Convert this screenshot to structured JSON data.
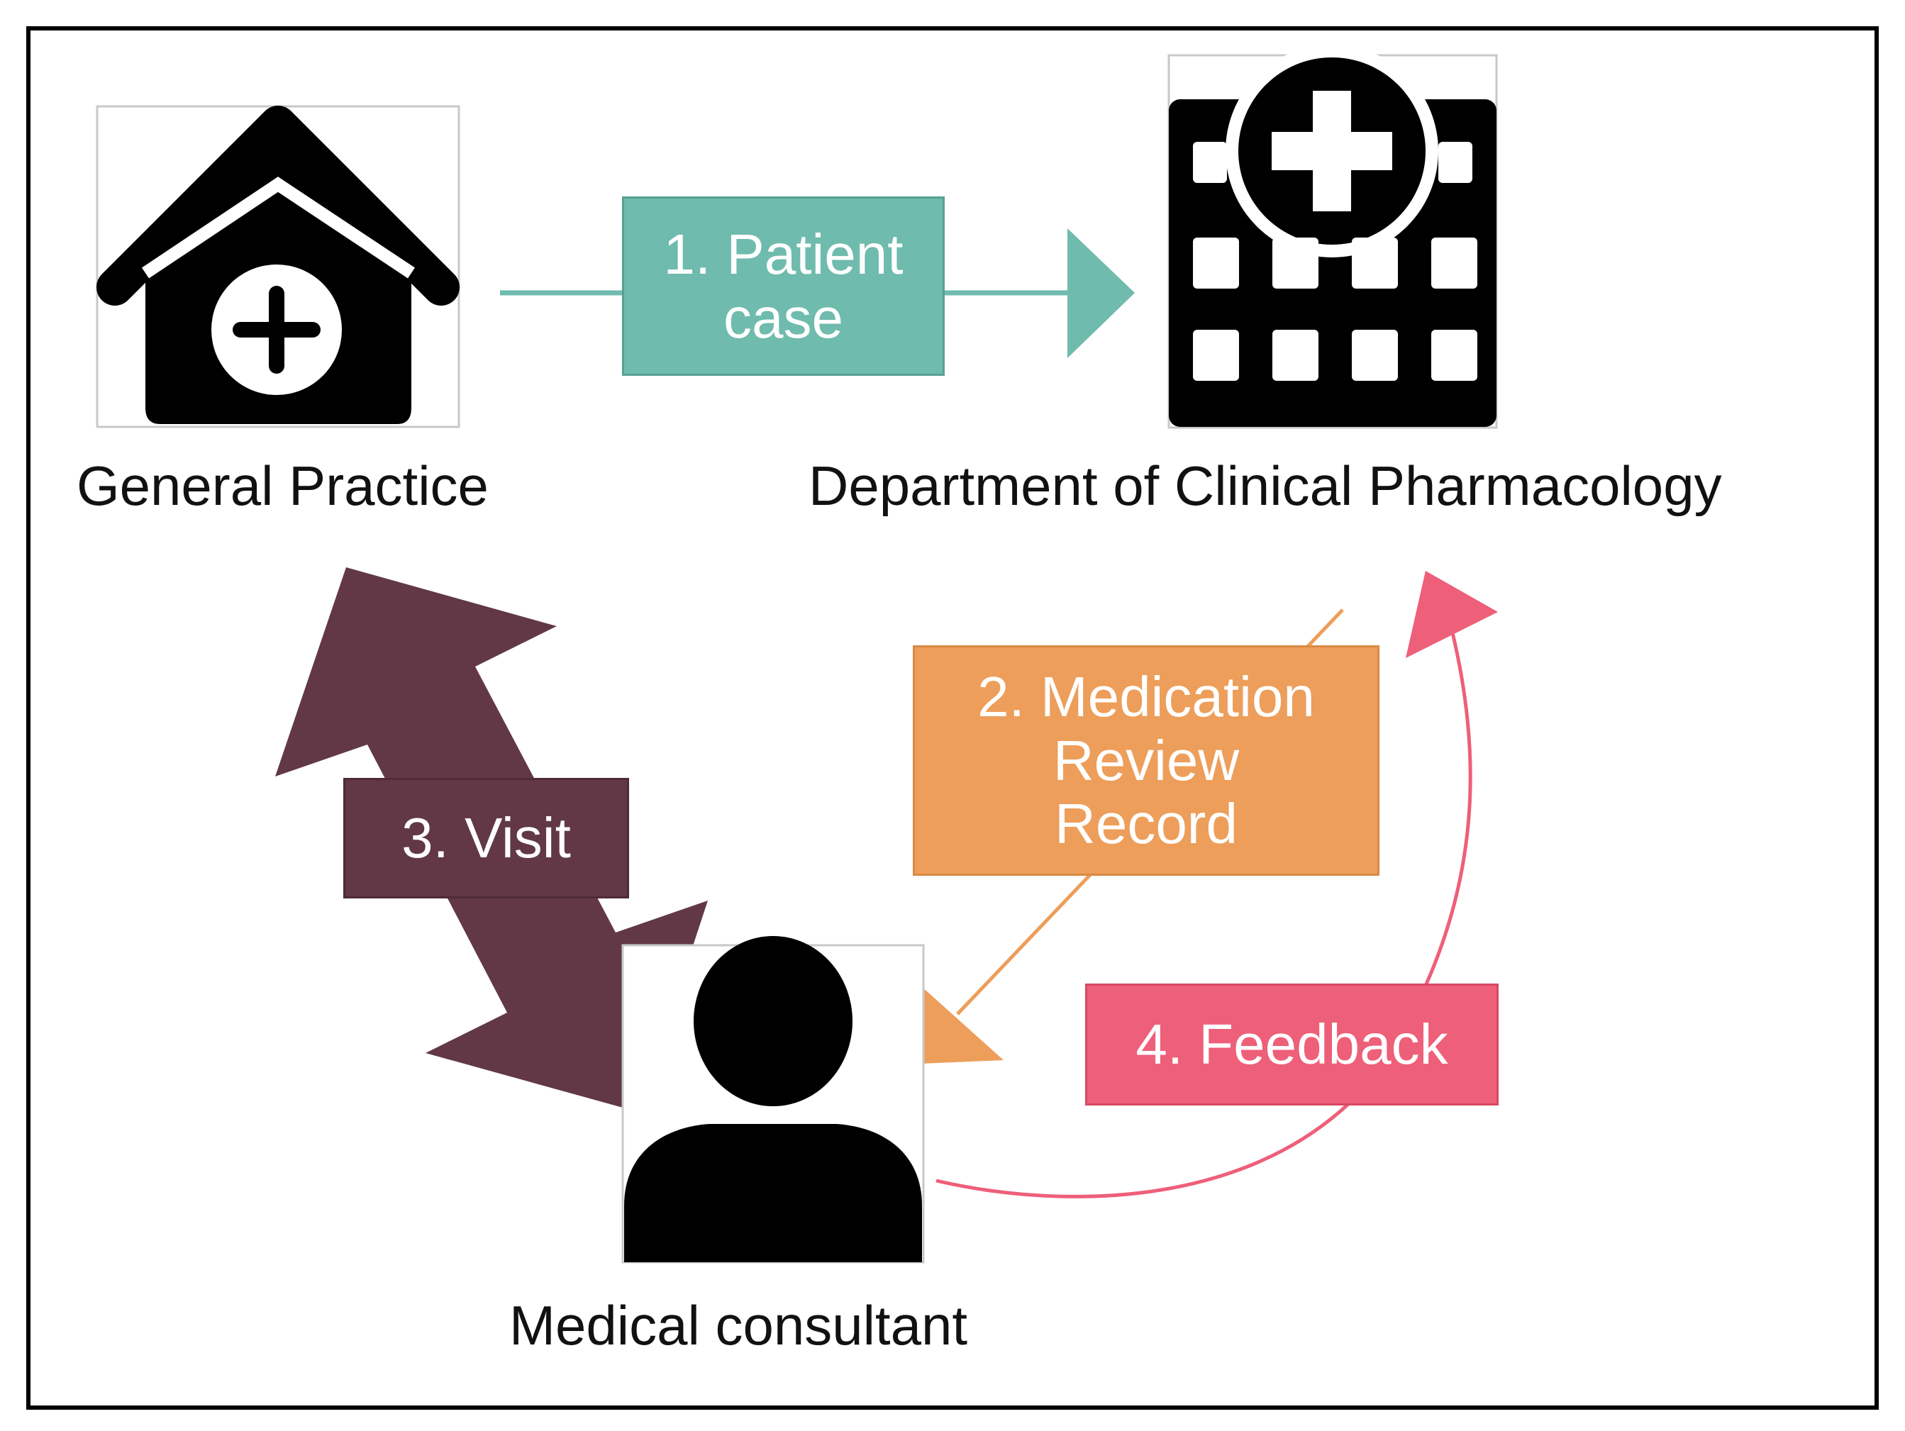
{
  "nodes": {
    "general_practice": "General Practice",
    "department": "Department of Clinical Pharmacology",
    "consultant": "Medical consultant"
  },
  "steps": {
    "patient_case": [
      "1. Patient",
      "case"
    ],
    "medication_review": [
      "2. Medication",
      "Review",
      "Record"
    ],
    "visit": "3. Visit",
    "feedback": "4. Feedback"
  },
  "colors": {
    "patient_case": "#6fbbad",
    "medication_review": "#ed9e5a",
    "visit": "#623846",
    "feedback": "#ee5f79",
    "icon": "#000000",
    "frame": "#000000"
  },
  "icons": {
    "general_practice": "clinic-house-icon",
    "department": "hospital-building-icon",
    "consultant": "person-silhouette-icon"
  }
}
